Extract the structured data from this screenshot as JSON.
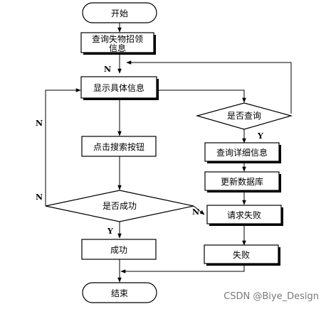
{
  "nodes": {
    "start": "开始",
    "query_lost": "查询失物招领",
    "query_lost_2": "信息",
    "show_detail": "显示具体信息",
    "click_search": "点击搜索按钮",
    "is_success": "是否成功",
    "success": "成功",
    "end": "结束",
    "is_query": "是否查询",
    "query_detail": "查询详细信息",
    "update_db": "更新数据库",
    "request_fail": "请求失败",
    "fail": "失败"
  },
  "edge_labels": {
    "n_top": "N",
    "n_left_top": "N",
    "n_left_bottom": "N",
    "n_right": "N",
    "y_query": "Y",
    "y_success": "Y"
  },
  "watermark": "CSDN @Biye_Design"
}
